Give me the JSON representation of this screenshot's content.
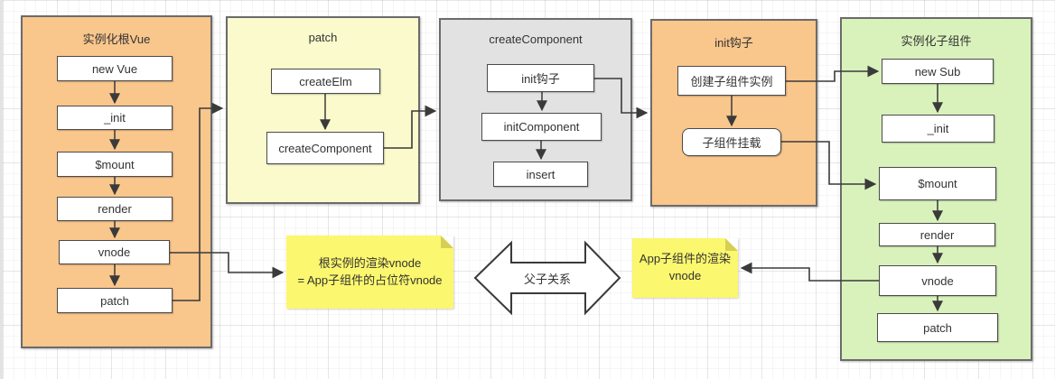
{
  "diagram": {
    "containers": [
      {
        "title": "实例化根Vue",
        "fill": "#f9c68c",
        "nodes": [
          "new Vue",
          "_init",
          "$mount",
          "render",
          "vnode",
          "patch"
        ]
      },
      {
        "title": "patch",
        "fill": "#fafacd",
        "nodes": [
          "createElm",
          "createComponent"
        ]
      },
      {
        "title": "createComponent",
        "fill": "#e2e2e2",
        "nodes": [
          "init钩子",
          "initComponent",
          "insert"
        ]
      },
      {
        "title": "init钩子",
        "fill": "#f9c68c",
        "nodes": [
          "创建子组件实例",
          "子组件挂载"
        ]
      },
      {
        "title": "实例化子组件",
        "fill": "#d9f2bc",
        "nodes": [
          "new Sub",
          "_init",
          "$mount",
          "render",
          "vnode",
          "patch"
        ]
      }
    ],
    "notes": [
      {
        "fill": "#fbf76e",
        "lines": [
          "根实例的渲染vnode",
          "= App子组件的占位符vnode"
        ]
      },
      {
        "fill": "#fbf76e",
        "lines": [
          "App子组件的渲染",
          "vnode"
        ]
      }
    ],
    "relation_label": "父子关系",
    "colors": {
      "connector": "#3a3a3a",
      "node_border": "#4a4a4a",
      "container_border": "#6b6b6b",
      "note_fill": "#fbf76e",
      "note_fold": "#d6cf52",
      "orange_fill": "#f9c68c",
      "yellow_fill": "#fafacd",
      "gray_fill": "#e2e2e2",
      "green_fill": "#d9f2bc",
      "background": "#ffffff"
    }
  }
}
